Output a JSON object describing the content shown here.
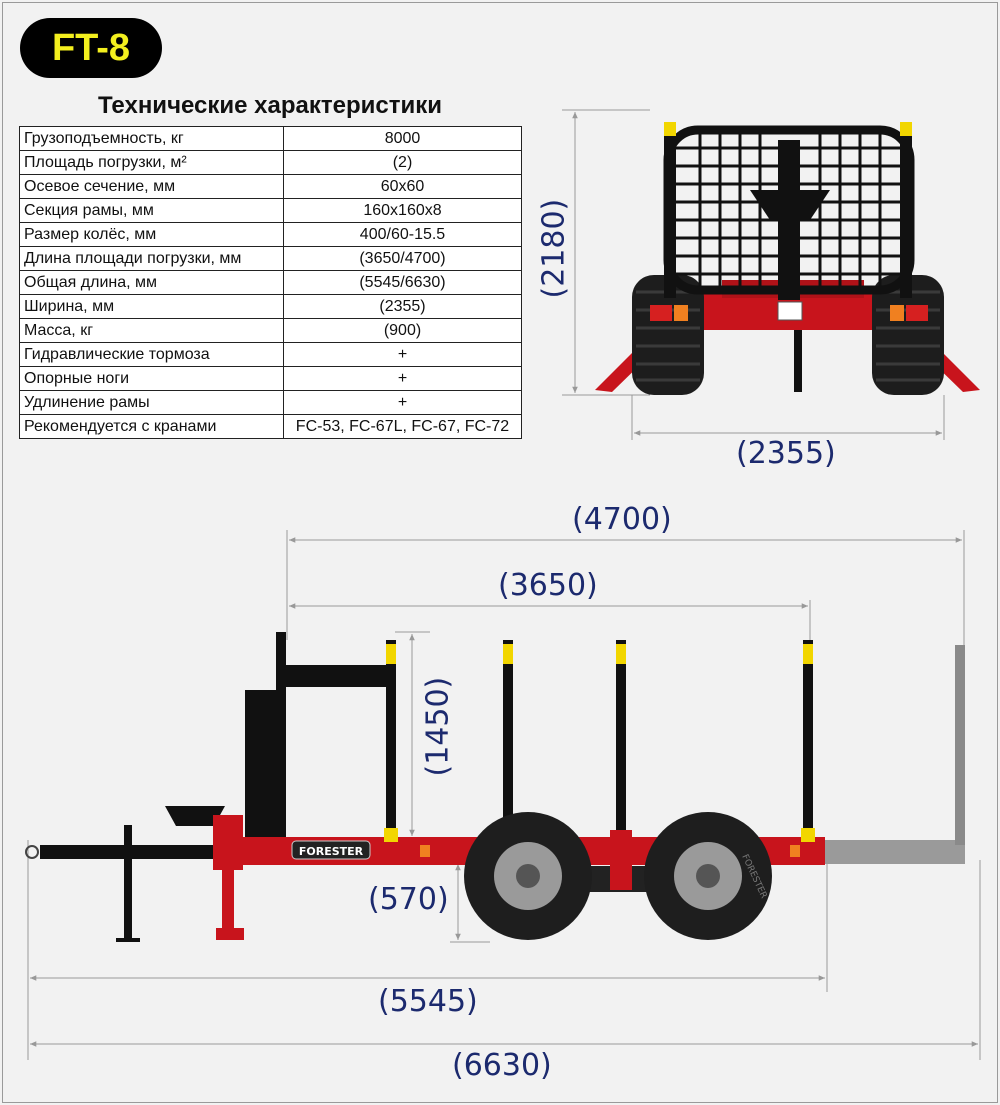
{
  "model": "FT-8",
  "specs_title": "Технические характеристики",
  "specs": [
    {
      "label": "Грузоподъемность, кг",
      "value": "8000"
    },
    {
      "label": "Площадь погрузки, м²",
      "value": "(2)"
    },
    {
      "label": "Осевое сечение, мм",
      "value": "60x60"
    },
    {
      "label": "Секция рамы, мм",
      "value": "160x160x8"
    },
    {
      "label": "Размер колёс, мм",
      "value": "400/60-15.5"
    },
    {
      "label": "Длина площади погрузки, мм",
      "value": "(3650/4700)"
    },
    {
      "label": "Общая длина, мм",
      "value": "(5545/6630)"
    },
    {
      "label": "Ширина, мм",
      "value": "(2355)"
    },
    {
      "label": "Масса, кг",
      "value": "(900)"
    },
    {
      "label": "Гидравлические тормоза",
      "value": "+"
    },
    {
      "label": "Опорные ноги",
      "value": "+"
    },
    {
      "label": "Удлинение рамы",
      "value": "+"
    },
    {
      "label": "Рекомендуется с кранами",
      "value": "FC-53, FC-67L, FC-67, FC-72"
    }
  ],
  "dimensions": {
    "rear_height": "(2180)",
    "rear_width": "(2355)",
    "bunk_height": "(1450)",
    "loading_length_extended": "(4700)",
    "loading_length": "(3650)",
    "ground_clearance": "(570)",
    "total_length": "(5545)",
    "total_length_extended": "(6630)"
  },
  "brand_label": "FORESTER",
  "tire_text": "FORESTER",
  "colors": {
    "frame_red": "#c8141c",
    "black": "#111111",
    "stake_yellow": "#f2d600",
    "dimension_blue": "#1c2a6e",
    "badge_text": "#f3ef1e"
  }
}
